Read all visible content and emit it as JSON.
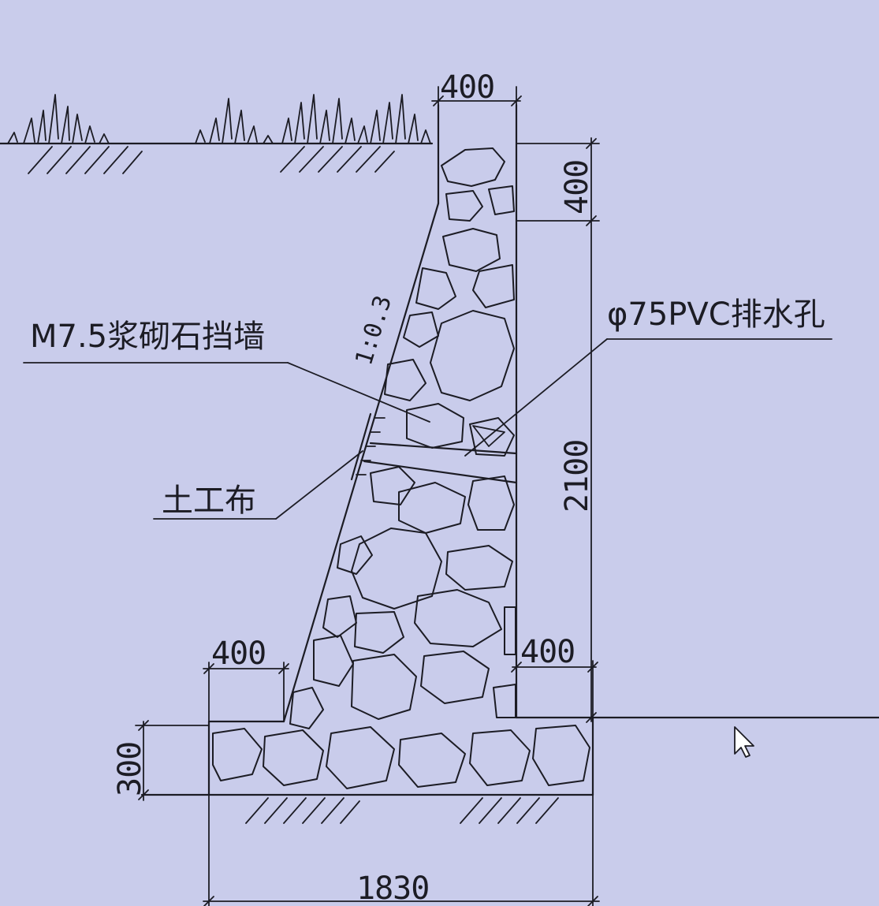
{
  "drawing": {
    "dimensions": {
      "top_width": "400",
      "top_height": "400",
      "wall_height": "2100",
      "toe_width": "400",
      "heel_width": "400",
      "footing_height": "300",
      "total_width": "1830"
    },
    "labels": {
      "wall_material": "M7.5浆砌石挡墙",
      "drain_pipe": "φ75PVC排水孔",
      "geotextile": "土工布",
      "slope_ratio": "1:0.3"
    },
    "colors": {
      "background": "#c9cceb",
      "ink": "#1c1c24"
    }
  }
}
